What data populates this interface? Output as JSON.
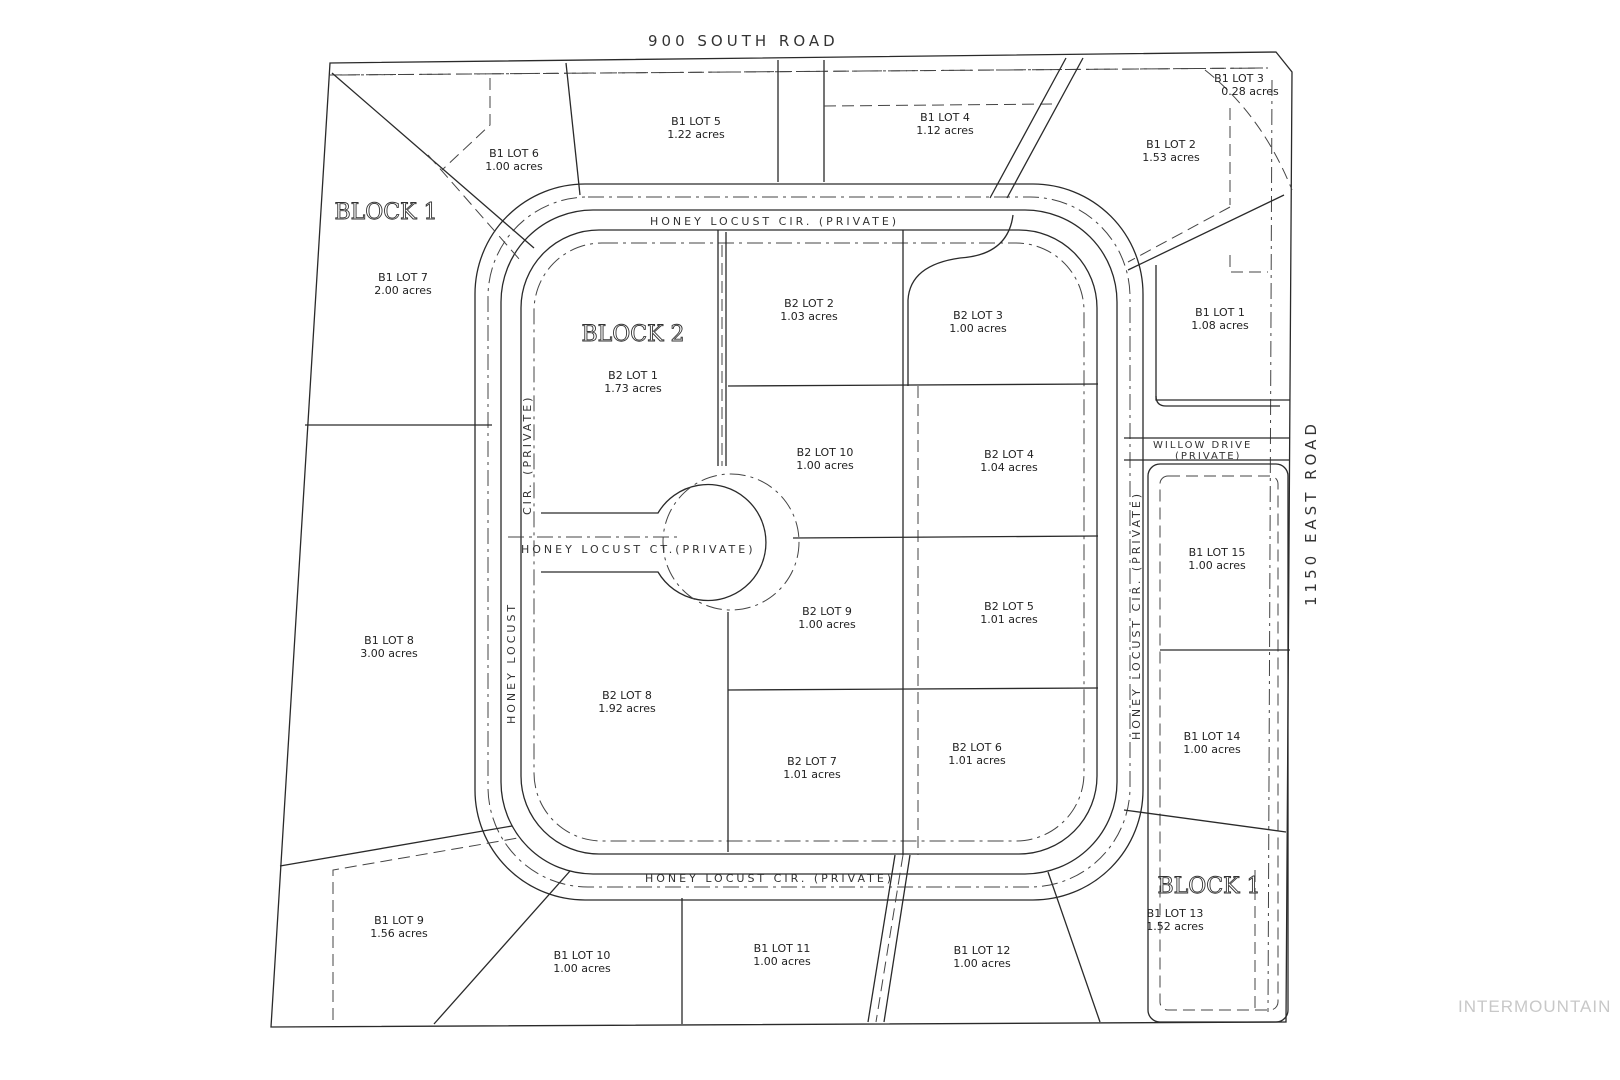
{
  "roads": {
    "north": "900 SOUTH ROAD",
    "east": "1150 EAST ROAD",
    "circle_north": "HONEY LOCUST CIR. (PRIVATE)",
    "circle_south": "HONEY LOCUST CIR. (PRIVATE)",
    "circle_west_a": "HONEY LOCUST",
    "circle_west_b": "CIR. (PRIVATE)",
    "circle_east": "HONEY LOCUST CIR. (PRIVATE)",
    "court": "HONEY LOCUST CT.(PRIVATE)",
    "willow_a": "WILLOW DRIVE",
    "willow_b": "(PRIVATE)"
  },
  "blocks": {
    "block1_nw": "BLOCK 1",
    "block2": "BLOCK 2",
    "block1_se": "BLOCK 1"
  },
  "lots": [
    {
      "name": "B1 LOT 1",
      "area": "1.08 acres"
    },
    {
      "name": "B1 LOT 2",
      "area": "1.53 acres"
    },
    {
      "name": "B1 LOT 3",
      "area": "0.28 acres"
    },
    {
      "name": "B1 LOT 4",
      "area": "1.12 acres"
    },
    {
      "name": "B1 LOT 5",
      "area": "1.22 acres"
    },
    {
      "name": "B1 LOT 6",
      "area": "1.00 acres"
    },
    {
      "name": "B1 LOT 7",
      "area": "2.00 acres"
    },
    {
      "name": "B1 LOT 8",
      "area": "3.00 acres"
    },
    {
      "name": "B1 LOT 9",
      "area": "1.56 acres"
    },
    {
      "name": "B1 LOT 10",
      "area": "1.00 acres"
    },
    {
      "name": "B1 LOT 11",
      "area": "1.00 acres"
    },
    {
      "name": "B1 LOT 12",
      "area": "1.00 acres"
    },
    {
      "name": "B1 LOT 13",
      "area": "1.52 acres"
    },
    {
      "name": "B1 LOT 14",
      "area": "1.00 acres"
    },
    {
      "name": "B1 LOT 15",
      "area": "1.00 acres"
    },
    {
      "name": "B2 LOT 1",
      "area": "1.73 acres"
    },
    {
      "name": "B2 LOT 2",
      "area": "1.03 acres"
    },
    {
      "name": "B2 LOT 3",
      "area": "1.00 acres"
    },
    {
      "name": "B2 LOT 4",
      "area": "1.04 acres"
    },
    {
      "name": "B2 LOT 5",
      "area": "1.01 acres"
    },
    {
      "name": "B2 LOT 6",
      "area": "1.01 acres"
    },
    {
      "name": "B2 LOT 7",
      "area": "1.01 acres"
    },
    {
      "name": "B2 LOT 8",
      "area": "1.92 acres"
    },
    {
      "name": "B2 LOT 9",
      "area": "1.00 acres"
    },
    {
      "name": "B2 LOT 10",
      "area": "1.00 acres"
    }
  ],
  "watermark": "INTERMOUNTAIN"
}
